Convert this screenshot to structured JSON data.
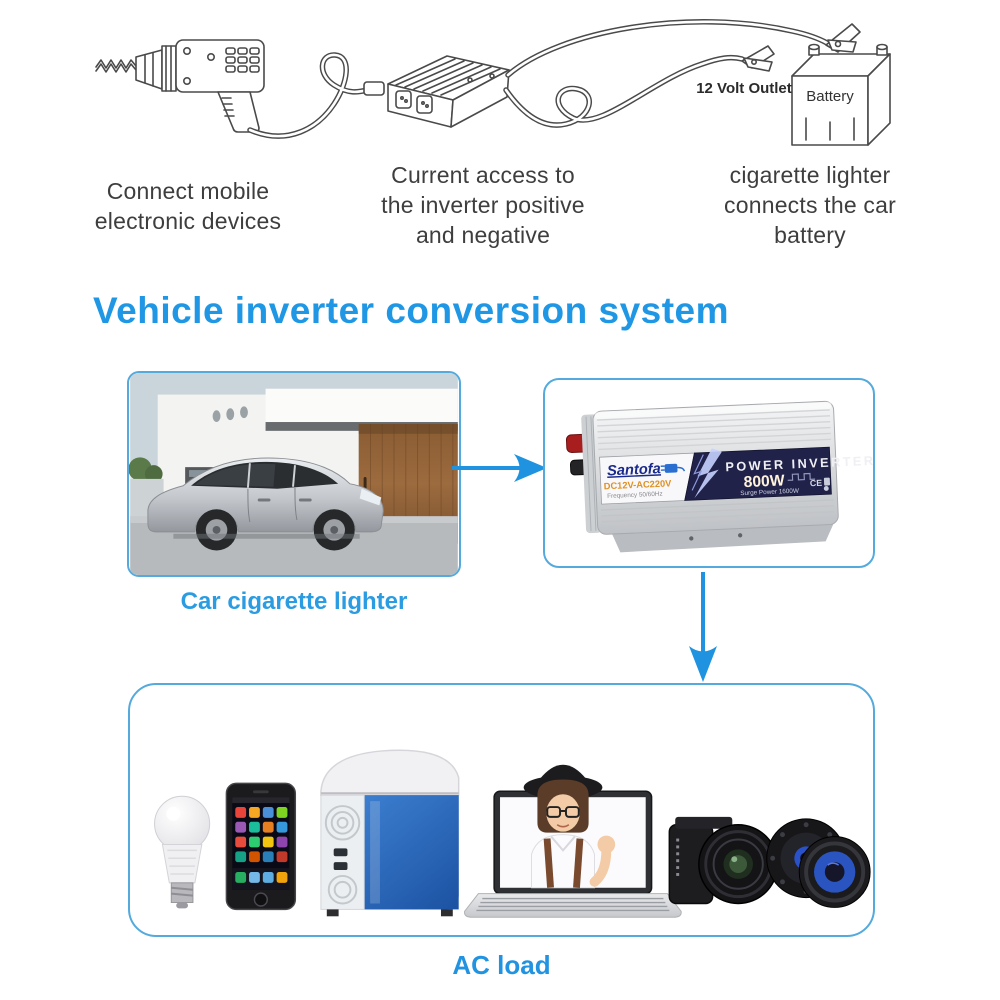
{
  "colors": {
    "accent_blue": "#1f97e4",
    "panel_border_blue": "#54aadd",
    "caption_blue": "#2b9ce2",
    "caption_gray": "#3e3e3e",
    "line_art_stroke": "#4a4a4a",
    "label_navy": "#20224a",
    "fridge_blue": "#2a6cc0"
  },
  "top_steps": {
    "step1": {
      "line1": "Connect mobile",
      "line2": "electronic devices"
    },
    "step2": {
      "line1": "Current access to",
      "line2": "the inverter positive",
      "line3": "and negative"
    },
    "step3": {
      "line1": "cigarette lighter",
      "line2": "connects the car",
      "line3": "battery"
    }
  },
  "top_labels": {
    "outlet": "12 Volt Outlet",
    "battery": "Battery"
  },
  "heading": "Vehicle inverter conversion system",
  "car_panel": {
    "caption": "Car cigarette lighter"
  },
  "inverter_panel": {
    "brand": "Santofa",
    "product_title": "POWER INVERTER",
    "power": "800W",
    "surge": "Surge Power 1600W",
    "voltage": "DC12V-AC220V",
    "frequency": "Frequency 50/60Hz",
    "cert": "CE"
  },
  "load_panel": {
    "caption": "AC load"
  },
  "illustrations": {
    "step1_icon": "electric-drill-line-art",
    "step2_icon": "inverter-box-line-art",
    "step3_icon": "car-battery-line-art",
    "car_photo": "silver-car-driveway-photo",
    "inverter_photo": "power-inverter-product-photo",
    "load_devices": [
      "led-bulb",
      "smartphone",
      "portable-car-fridge",
      "laptop-with-girl",
      "digital-camera",
      "car-speakers"
    ],
    "arrows": [
      "arrow-right",
      "arrow-down"
    ]
  }
}
